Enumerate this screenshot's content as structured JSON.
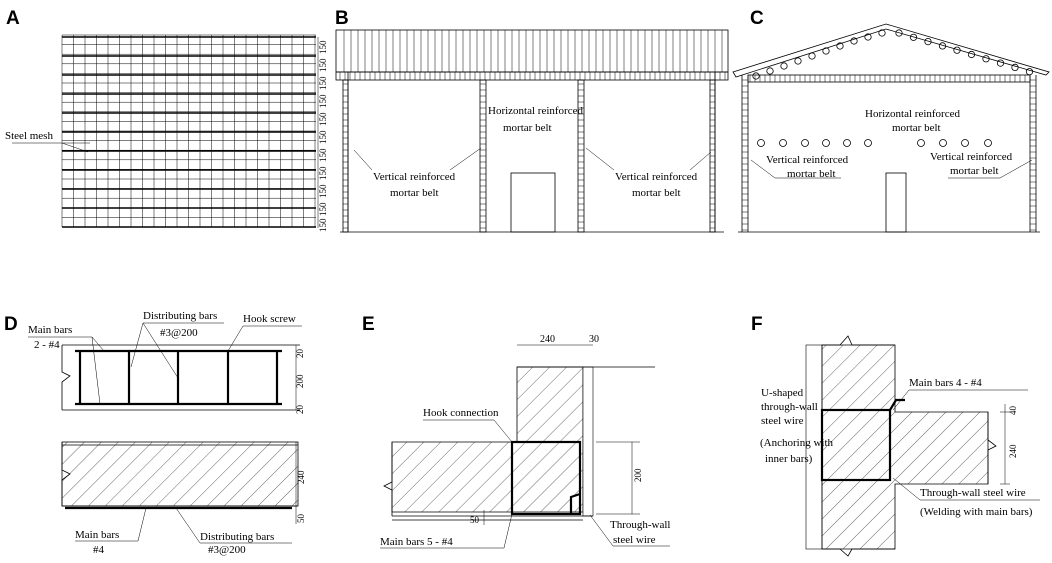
{
  "panels": {
    "a": {
      "letter": "A",
      "steel_mesh": "Steel mesh",
      "dims": [
        "150",
        "150",
        "150",
        "150",
        "150",
        "150",
        "150",
        "150",
        "150",
        "150",
        "150"
      ]
    },
    "b": {
      "letter": "B",
      "horiz_1": "Horizontal reinforced",
      "horiz_2": "mortar belt",
      "vert_1": "Vertical reinforced",
      "vert_2": "mortar belt"
    },
    "c": {
      "letter": "C",
      "horiz_1": "Horizontal reinforced",
      "horiz_2": "mortar belt",
      "vert_1": "Vertical reinforced",
      "vert_2": "mortar belt"
    },
    "d": {
      "letter": "D",
      "main_bars": "Main bars",
      "main_bars_count": "2 - #4",
      "distributing": "Distributing bars",
      "distributing_spec": "#3@200",
      "hook_screw": "Hook screw",
      "dim_top": "20",
      "dim_mid": "200",
      "dim_bot": "20",
      "dim_240": "240",
      "dim_50": "50",
      "main_bars_b": "Main bars",
      "main_bars_b_spec": "#4",
      "distributing_b": "Distributing bars",
      "distributing_b_spec": "#3@200"
    },
    "e": {
      "letter": "E",
      "dim_240": "240",
      "dim_30": "30",
      "hook_connection": "Hook connection",
      "dim_200": "200",
      "dim_50": "50",
      "main_bars": "Main bars  5 - #4",
      "through_1": "Through-wall",
      "through_2": "steel wire"
    },
    "f": {
      "letter": "F",
      "main_bars": "Main bars  4 - #4",
      "u_1": "U-shaped",
      "u_2": "through-wall",
      "u_3": "steel wire",
      "u_4": "(Anchoring with",
      "u_5": "inner bars)",
      "dim_40": "40",
      "dim_240": "240",
      "through": "Through-wall steel wire",
      "welding": "(Welding with main bars)"
    }
  }
}
